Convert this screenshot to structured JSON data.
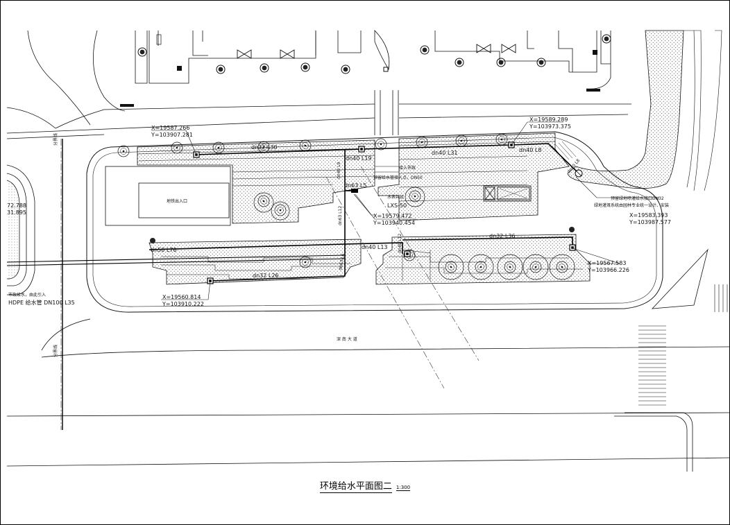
{
  "drawing": {
    "title": "环境给水平面图二",
    "scale": "1:300"
  },
  "coordinates": [
    {
      "x": "X=19587.266",
      "y": "Y=103907.281"
    },
    {
      "x": "X=19589.289",
      "y": "Y=103973.375"
    },
    {
      "x": "X=19579.472",
      "y": "Y=103940.454"
    },
    {
      "x": "X=19583.393",
      "y": "Y=103987.577"
    },
    {
      "x": "X=19567.583",
      "y": "Y=103966.226"
    },
    {
      "x": "X=19560.814",
      "y": "Y=103910.222"
    }
  ],
  "edge_coords": {
    "a": "72.788",
    "b": "31.895"
  },
  "pipes": {
    "p1": "dn32  L30",
    "p2": "dn40  L19",
    "p3": "dn40  L31",
    "p4": "dn40  L8",
    "p5": "dn40  L9",
    "p6": "dn63  L12",
    "p7": "dn63  L5",
    "p8": "dn40  L8",
    "p9": "dn50  L76",
    "p10": "dn40  L13",
    "p11": "dn32  L36",
    "p12": "dn63  L6",
    "p13": "dn32  L26",
    "p14": "dn40  L12"
  },
  "labels": {
    "metro_exit": "地铁出入口",
    "meter": "水表井组",
    "meter_code": "LXS-50",
    "connect": "接入市政",
    "note_valve": "预留给水管接入点，DN50",
    "note_right1": "预留绿地喷灌给水接口DN32",
    "note_right2": "绿地灌溉系统由园林专业统一设计、安装",
    "note_left": "市政给水，由此引入",
    "hdpe": "HDPE 给水管 DN100  L35",
    "road": "深  南  大  道",
    "line_left1": "分界线",
    "line_left2": "分界线"
  },
  "colors": {
    "line": "#111111",
    "hatch": "#444444"
  }
}
